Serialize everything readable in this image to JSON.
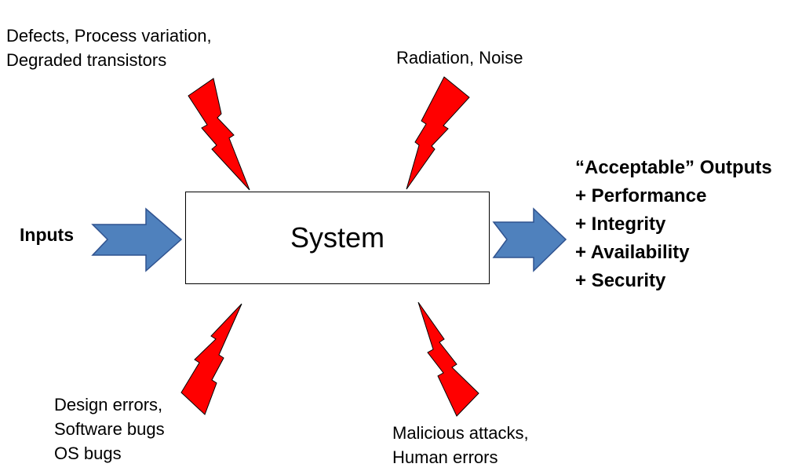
{
  "hazards": {
    "top_left": "Defects, Process variation,\nDegraded transistors",
    "top_right": "Radiation, Noise",
    "bottom_left": "Design errors,\nSoftware bugs\nOS bugs",
    "bottom_right": "Malicious attacks,\nHuman errors"
  },
  "inputs_label": "Inputs",
  "system_label": "System",
  "outputs": {
    "title": "“Acceptable” Outputs",
    "items": [
      "+ Performance",
      "+ Integrity",
      "+ Availability",
      "+ Security"
    ]
  },
  "colors": {
    "bolt": "#ff0000",
    "arrow": "#4f81bd",
    "arrow_stroke": "#2f528f"
  }
}
